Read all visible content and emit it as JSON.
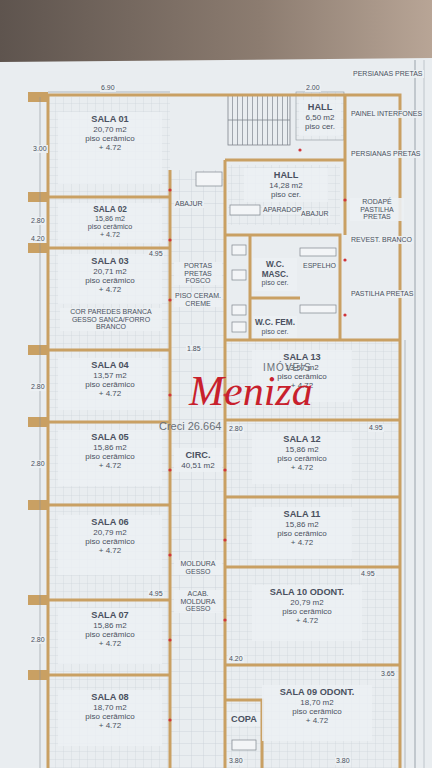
{
  "diagram": {
    "nodes": [
      {
        "text": [
          "SALA 01",
          "20,70 m2",
          "piso cerâmico",
          "+ 4.72"
        ]
      },
      {
        "text": [
          "SALA 02",
          "15,86 m2",
          "piso cerâmico",
          "+ 4.72"
        ]
      },
      {
        "text": [
          "SALA 03",
          "20,71 m2",
          "piso cerâmico",
          "+ 4.72"
        ]
      },
      {
        "text": [
          "SALA 04",
          "13,57 m2",
          "piso cerâmico",
          "+ 4.72"
        ]
      },
      {
        "text": [
          "SALA 05",
          "15,86 m2",
          "piso cerâmico",
          "+ 4.72"
        ]
      },
      {
        "text": [
          "SALA 06",
          "20,79 m2",
          "piso cerâmico",
          "+ 4.72"
        ]
      },
      {
        "text": [
          "SALA 07",
          "15,86 m2",
          "piso cerâmico",
          "+ 4.72"
        ]
      },
      {
        "text": [
          "SALA 08",
          "18,70 m2",
          "piso cerâmico",
          "+ 4.72"
        ]
      },
      {
        "text": [
          "HALL",
          "6,50 m2",
          "piso cer."
        ]
      },
      {
        "text": [
          "HALL",
          "14,28 m2",
          "piso cer."
        ]
      },
      {
        "text": [
          "W.C. MASC.",
          "piso cer."
        ]
      },
      {
        "text": [
          "W.C. FEM.",
          "piso cer."
        ]
      },
      {
        "text": [
          "SALA 13",
          "13,57 m2",
          "piso cerâmico",
          "+ 4.72"
        ]
      },
      {
        "text": [
          "SALA 12",
          "15,86 m2",
          "piso cerâmico",
          "+ 4.72"
        ]
      },
      {
        "text": [
          "SALA 11",
          "15,86 m2",
          "piso cerâmico",
          "+ 4.72"
        ]
      },
      {
        "text": [
          "SALA 10 ODONT.",
          "20,79 m2",
          "piso cerâmico",
          "+ 4.72"
        ]
      },
      {
        "text": [
          "SALA 09 ODONT.",
          "18,70 m2",
          "piso cerâmico",
          "+ 4.72"
        ]
      },
      {
        "text": [
          "CIRC.",
          "40,51 m2"
        ]
      },
      {
        "text": [
          "COPA"
        ]
      }
    ],
    "labels": [
      "6.90",
      "3.00",
      "2.80",
      "4.20",
      "4.95",
      "2.80",
      "2.80",
      "4.95",
      "2.80",
      "4.95",
      "2.80",
      "4.95",
      "4.20",
      "3.65",
      "3.80",
      "3.80",
      "2.00",
      "1.85",
      "PERSIANAS PRETAS",
      "PAINEL INTERFONES",
      "PERSIANAS PRETAS",
      "RODAPÉ PASTILHA PRETAS",
      "REVEST. BRANCO",
      "PASTILHA PRETAS",
      "ABAJUR",
      "APARADOR",
      "ABAJUR",
      "ESPELHO",
      "COR PAREDES BRANCA GESSO SANCA/FORRO BRANCO",
      "PORTAS PRETAS FOSCO",
      "PISO CERAM. CREME",
      "MOLDURA GESSO",
      "ACAB. MOLDURA GESSO",
      "IMÓVEIS",
      "Meniza",
      "Creci 26.664"
    ]
  }
}
